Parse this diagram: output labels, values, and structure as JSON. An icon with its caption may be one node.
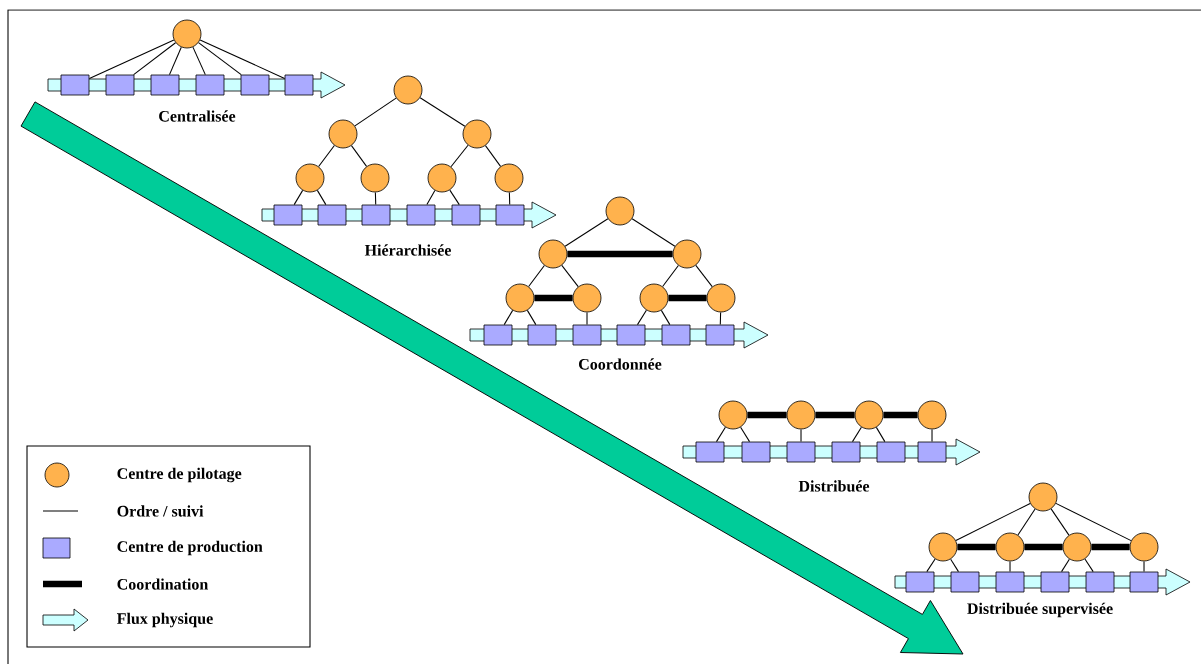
{
  "diagram": {
    "nodes": [
      {
        "text": [],
        "shape": "circle"
      },
      {
        "text": [],
        "shape": "box"
      },
      {
        "text": [],
        "shape": "box"
      },
      {
        "text": [],
        "shape": "box"
      },
      {
        "text": [],
        "shape": "box"
      },
      {
        "text": [],
        "shape": "box"
      },
      {
        "text": [],
        "shape": "box"
      },
      {
        "text": [],
        "shape": "circle"
      },
      {
        "text": [],
        "shape": "circle"
      },
      {
        "text": [],
        "shape": "circle"
      },
      {
        "text": [],
        "shape": "circle"
      },
      {
        "text": [],
        "shape": "circle"
      },
      {
        "text": [],
        "shape": "circle"
      },
      {
        "text": [],
        "shape": "circle"
      },
      {
        "text": [],
        "shape": "box"
      },
      {
        "text": [],
        "shape": "box"
      },
      {
        "text": [],
        "shape": "box"
      },
      {
        "text": [],
        "shape": "box"
      },
      {
        "text": [],
        "shape": "box"
      },
      {
        "text": [],
        "shape": "box"
      },
      {
        "text": [],
        "shape": "circle"
      },
      {
        "text": [],
        "shape": "circle"
      },
      {
        "text": [],
        "shape": "circle"
      },
      {
        "text": [],
        "shape": "circle"
      },
      {
        "text": [],
        "shape": "circle"
      },
      {
        "text": [],
        "shape": "circle"
      },
      {
        "text": [],
        "shape": "circle"
      },
      {
        "text": [],
        "shape": "box"
      },
      {
        "text": [],
        "shape": "box"
      },
      {
        "text": [],
        "shape": "box"
      },
      {
        "text": [],
        "shape": "box"
      },
      {
        "text": [],
        "shape": "box"
      },
      {
        "text": [],
        "shape": "box"
      },
      {
        "text": [],
        "shape": "circle"
      },
      {
        "text": [],
        "shape": "circle"
      },
      {
        "text": [],
        "shape": "circle"
      },
      {
        "text": [],
        "shape": "circle"
      },
      {
        "text": [],
        "shape": "box"
      },
      {
        "text": [],
        "shape": "box"
      },
      {
        "text": [],
        "shape": "box"
      },
      {
        "text": [],
        "shape": "box"
      },
      {
        "text": [],
        "shape": "box"
      },
      {
        "text": [],
        "shape": "box"
      },
      {
        "text": [],
        "shape": "circle"
      },
      {
        "text": [],
        "shape": "circle"
      },
      {
        "text": [],
        "shape": "circle"
      },
      {
        "text": [],
        "shape": "circle"
      },
      {
        "text": [],
        "shape": "circle"
      },
      {
        "text": [],
        "shape": "box"
      },
      {
        "text": [],
        "shape": "box"
      },
      {
        "text": [],
        "shape": "box"
      },
      {
        "text": [],
        "shape": "box"
      },
      {
        "text": [],
        "shape": "box"
      },
      {
        "text": [],
        "shape": "box"
      }
    ],
    "edges": [
      {
        "from": 0,
        "to": 1,
        "arrow": "none"
      },
      {
        "from": 0,
        "to": 2,
        "arrow": "none"
      },
      {
        "from": 0,
        "to": 3,
        "arrow": "none"
      },
      {
        "from": 0,
        "to": 4,
        "arrow": "none"
      },
      {
        "from": 0,
        "to": 5,
        "arrow": "none"
      },
      {
        "from": 0,
        "to": 6,
        "arrow": "none"
      },
      {
        "from": 7,
        "to": 8,
        "arrow": "none"
      },
      {
        "from": 7,
        "to": 9,
        "arrow": "none"
      },
      {
        "from": 8,
        "to": 10,
        "arrow": "none"
      },
      {
        "from": 8,
        "to": 11,
        "arrow": "none"
      },
      {
        "from": 9,
        "to": 12,
        "arrow": "none"
      },
      {
        "from": 9,
        "to": 13,
        "arrow": "none"
      },
      {
        "from": 10,
        "to": 14,
        "arrow": "none"
      },
      {
        "from": 10,
        "to": 15,
        "arrow": "none"
      },
      {
        "from": 11,
        "to": 16,
        "arrow": "none"
      },
      {
        "from": 12,
        "to": 17,
        "arrow": "none"
      },
      {
        "from": 12,
        "to": 18,
        "arrow": "none"
      },
      {
        "from": 13,
        "to": 19,
        "arrow": "none"
      },
      {
        "from": 20,
        "to": 21,
        "arrow": "none"
      },
      {
        "from": 20,
        "to": 22,
        "arrow": "none"
      },
      {
        "from": 21,
        "to": 23,
        "arrow": "none"
      },
      {
        "from": 21,
        "to": 24,
        "arrow": "none"
      },
      {
        "from": 22,
        "to": 25,
        "arrow": "none"
      },
      {
        "from": 22,
        "to": 26,
        "arrow": "none"
      },
      {
        "from": 23,
        "to": 27,
        "arrow": "none"
      },
      {
        "from": 23,
        "to": 28,
        "arrow": "none"
      },
      {
        "from": 24,
        "to": 29,
        "arrow": "none"
      },
      {
        "from": 25,
        "to": 30,
        "arrow": "none"
      },
      {
        "from": 25,
        "to": 31,
        "arrow": "none"
      },
      {
        "from": 26,
        "to": 32,
        "arrow": "none"
      },
      {
        "from": 21,
        "to": 22,
        "arrow": "none",
        "style": "thick"
      },
      {
        "from": 23,
        "to": 24,
        "arrow": "none",
        "style": "thick"
      },
      {
        "from": 25,
        "to": 26,
        "arrow": "none",
        "style": "thick"
      },
      {
        "from": 33,
        "to": 37,
        "arrow": "none"
      },
      {
        "from": 33,
        "to": 38,
        "arrow": "none"
      },
      {
        "from": 34,
        "to": 39,
        "arrow": "none"
      },
      {
        "from": 35,
        "to": 40,
        "arrow": "none"
      },
      {
        "from": 35,
        "to": 41,
        "arrow": "none"
      },
      {
        "from": 36,
        "to": 42,
        "arrow": "none"
      },
      {
        "from": 33,
        "to": 34,
        "arrow": "none",
        "style": "thick"
      },
      {
        "from": 34,
        "to": 35,
        "arrow": "none",
        "style": "thick"
      },
      {
        "from": 35,
        "to": 36,
        "arrow": "none",
        "style": "thick"
      },
      {
        "from": 43,
        "to": 44,
        "arrow": "none"
      },
      {
        "from": 43,
        "to": 45,
        "arrow": "none"
      },
      {
        "from": 43,
        "to": 46,
        "arrow": "none"
      },
      {
        "from": 43,
        "to": 47,
        "arrow": "none"
      },
      {
        "from": 44,
        "to": 48,
        "arrow": "none"
      },
      {
        "from": 44,
        "to": 49,
        "arrow": "none"
      },
      {
        "from": 45,
        "to": 50,
        "arrow": "none"
      },
      {
        "from": 46,
        "to": 51,
        "arrow": "none"
      },
      {
        "from": 46,
        "to": 52,
        "arrow": "none"
      },
      {
        "from": 47,
        "to": 53,
        "arrow": "none"
      },
      {
        "from": 44,
        "to": 45,
        "arrow": "none",
        "style": "thick"
      },
      {
        "from": 45,
        "to": 46,
        "arrow": "none",
        "style": "thick"
      },
      {
        "from": 46,
        "to": 47,
        "arrow": "none",
        "style": "thick"
      }
    ],
    "labels": [
      "Centralisée",
      "Hiérarchisée",
      "Coordonnée",
      "Distribuée",
      "Distribuée supervisée"
    ],
    "legend": [
      {
        "text": "Centre de pilotage"
      },
      {
        "text": "Ordre / suivi"
      },
      {
        "text": "Centre de production"
      },
      {
        "text": "Coordination"
      },
      {
        "text": "Flux physique"
      }
    ]
  }
}
